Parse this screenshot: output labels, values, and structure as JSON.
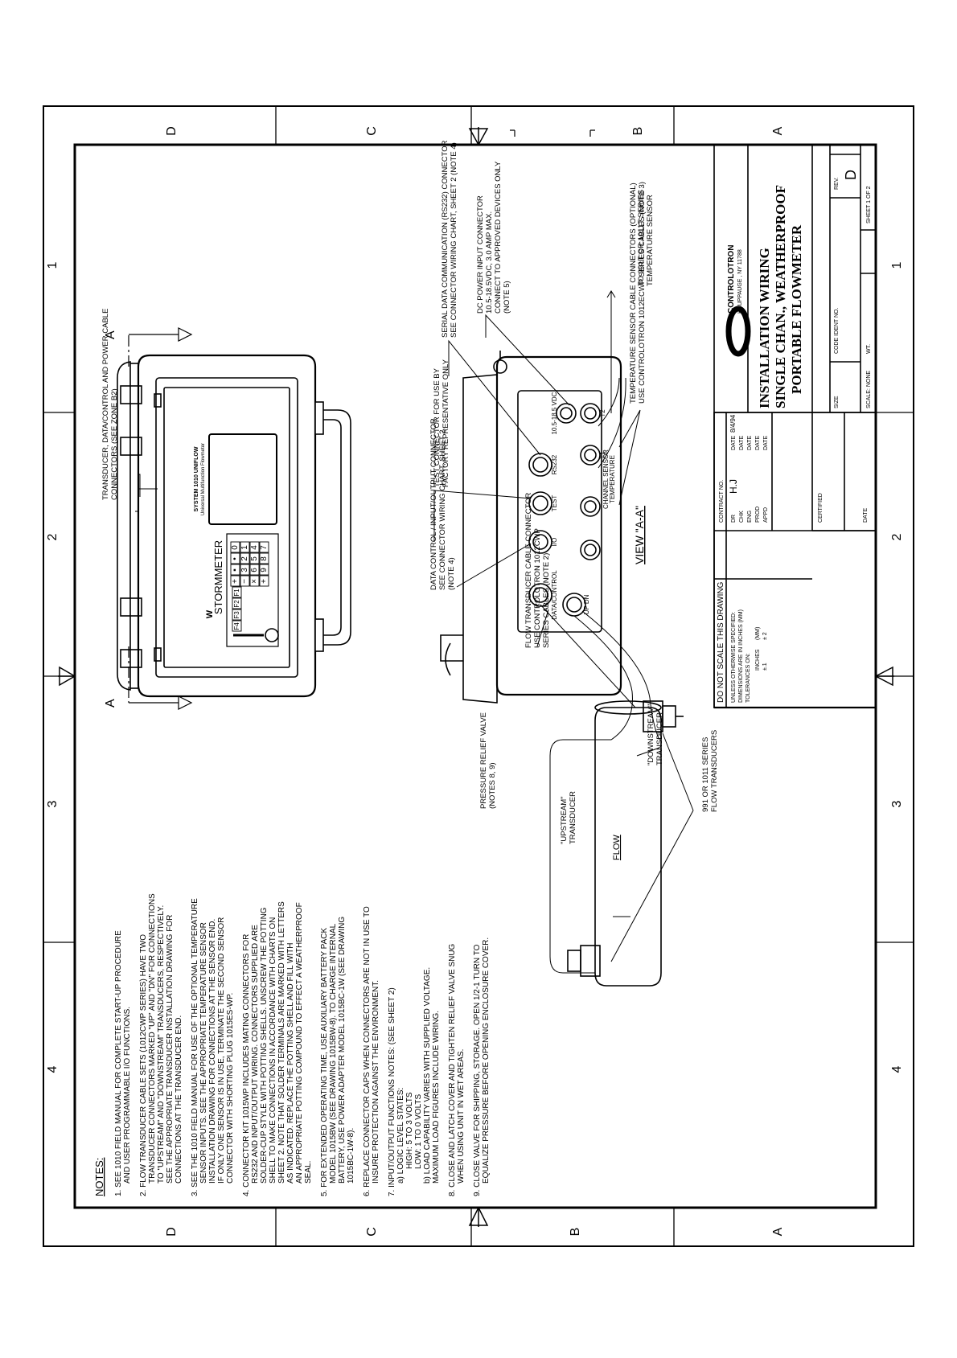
{
  "zones": {
    "numbers": [
      "1",
      "2",
      "3",
      "4"
    ],
    "letters": [
      "D",
      "C",
      "B",
      "A"
    ]
  },
  "notes": {
    "heading": "NOTES:",
    "items": [
      {
        "lines": [
          "1.  SEE 1010 FIELD MANUAL FOR COMPLETE START-UP PROCEDURE",
          "AND USER PROGRAMMABLE I/O FUNCTIONS."
        ]
      },
      {
        "lines": [
          "2.  FLOW TRANSDUCER CABLE SETS (1012CWP SERIES) HAVE TWO",
          "TRANSDUCER CONNECTORS MARKED \"UP\" AND \"DN\" FOR CONNECTIONS",
          "TO \"UPSTREAM\" AND \"DOWNSTREAM\" TRANSDUCERS, RESPECTIVELY.",
          "SEE THE APPROPRIATE TRANSDUCER INSTALLATION DRAWING FOR",
          "CONNECTIONS AT THE TRANSDUCER END."
        ]
      },
      {
        "lines": [
          "3.  SEE THE 1010 FIELD MANUAL FOR USE OF THE OPTIONAL TEMPERATURE",
          "SENSOR INPUTS. SEE THE APPROPRIATE TEMPERATURE SENSOR",
          "INSTALLATION DRAWING FOR CONNECTIONS AT THE SENSOR END.",
          "IF ONLY ONE SENSOR IS IN USE, TERMINATE THE SECOND SENSOR",
          "CONNECTOR WITH SHORTING PLUG 1015ES-WP."
        ]
      },
      {
        "lines": [
          "4.  CONNECTOR KIT 1015WP INCLUDES MATING CONNECTORS FOR",
          "RS232 AND INPUT/OUTPUT WIRING. CONNECTORS SUPPLIED ARE",
          "SOLDER-CUP STYLE WITH POTTING SHELLS. UNSCREW THE POTTING",
          "SHELL TO MAKE CONNECTIONS IN ACCORDANCE WITH CHARTS ON",
          "SHEET 2. NOTE THAT SOLDER TERMINALS ARE MARKED WITH LETTERS",
          "AS INDICATED. REPLACE THE POTTING SHELL AND FILL WITH",
          "AN APPROPRIATE POTTING COMPOUND TO EFFECT A WEATHERPROOF",
          "SEAL."
        ]
      },
      {
        "lines": [
          "5.  FOR EXTENDED OPERATING TIME, USE AUXILIARY BATTERY PACK",
          "MODEL 1015BW (SEE DRAWING 1015BW-8). TO CHARGE INTERNAL",
          "BATTERY, USE POWER ADAPTER MODEL 1015BC-1W (SEE DRAWING",
          "1015BC-1W-8)."
        ]
      },
      {
        "lines": [
          "6.  REPLACE CONNECTOR CAPS WHEN CONNECTORS ARE NOT IN USE TO",
          "INSURE PROTECTION AGAINST THE ENVIRONMENT."
        ]
      },
      {
        "lines": [
          "7.  INPUT/OUTPUT FUNCTIONS NOTES: (SEE SHEET 2)",
          "a)  LOGIC LEVEL STATES:",
          "HIGH: 5 TO 3 VOLTS",
          "LOW: 1 TO 0 VOLTS",
          "b)  LOAD CAPABILITY VARIES WITH SUPPLIED VOLTAGE.",
          "MAXIMUM LOAD FIGURES INCLUDE WIRING."
        ]
      },
      {
        "lines": [
          "8.  CLOSE AND LATCH COVER AND TIGHTEN RELIEF VALVE SNUG",
          "WHEN USING UNIT IN WET AREAS."
        ]
      },
      {
        "lines": [
          "9.  CLOSE VALVE FOR SHIPPING, STORAGE. OPEN 1/2-1 TURN TO",
          "EQUALIZE PRESSURE BEFORE OPENING ENCLOSURE COVER."
        ]
      }
    ]
  },
  "meter": {
    "brand": "STORMMETER",
    "model_line1": "SYSTEM 1010 UNIFLOW",
    "model_line2": "Universal Multifunction Flowmeter",
    "keypad": [
      [
        "7",
        "8",
        "9",
        "+"
      ],
      [
        "4",
        "5",
        "6",
        "×"
      ],
      [
        "1",
        "2",
        "3",
        "−"
      ],
      [
        "0",
        "•",
        "▪",
        "+"
      ]
    ],
    "fkeys": [
      "F1",
      "F2",
      "F3",
      "F4"
    ]
  },
  "section": {
    "label_a": "A",
    "view_title": "VIEW \"A-A\""
  },
  "panel_labels": {
    "rs232": "RS232",
    "power": "10.5-18.5 VDC",
    "chan_sensor": "CHANNEL SENSOR",
    "chan_sub": "TEMPERATURE",
    "t1": "T1",
    "t2": "T2",
    "io": "I/O",
    "test": "TEST",
    "updn": "UP DN",
    "data": "DATA/CONTROL"
  },
  "callouts": {
    "transducer_connectors": [
      "TRANSDUCER, DATA/CONTROL AND POWER CABLE",
      "CONNECTORS (SEE ZONE B2)"
    ],
    "serial": [
      "SERIAL DATA COMMUNICATION (RS232) CONNECTOR",
      "SEE CONNECTOR WIRING CHART, SHEET 2 (NOTE 4)"
    ],
    "dc_power": [
      "DC POWER INPUT CONNECTOR",
      "10.5-18.5VDC, 3.0 AMP MAX.",
      "CONNECT TO APPROVED DEVICES ONLY",
      "(NOTE 5)"
    ],
    "to_991t": [
      "TO 991T OR 1011T SERIES",
      "TEMPERATURE SENSOR"
    ],
    "temp_sensor": [
      "TEMPERATURE SENSOR CABLE CONNECTORS (OPTIONAL)",
      "USE CONTROLOTRON 1012ECWP SERIES CABLES (NOTE 3)"
    ],
    "test_conn": [
      "TEST CONNECTOR FOR USE BY",
      "FACTORY REPRESENTATIVE ONLY"
    ],
    "data_control": [
      "DATA CONTROL / INPUT/OUTPUT CONNECTOR",
      "SEE CONNECTOR WIRING CHART, SHEET 2",
      "(NOTE 4)"
    ],
    "flow_cable": [
      "FLOW TRANSDUCER CABLE CONNECTOR",
      "USE CONTROLOTRON 1012CWP",
      "SERIES CABLES (NOTE 2)"
    ],
    "relief": [
      "PRESSURE RELIEF VALVE",
      "(NOTES 8, 9)"
    ],
    "upstream": [
      "\"UPSTREAM\"",
      "TRANSDUCER"
    ],
    "downstream": [
      "\"DOWNSTREAM\"",
      "TRANSDUCER"
    ],
    "flow": "FLOW",
    "transducers_991": [
      "991 OR 1011 SERIES",
      "FLOW TRANSDUCERS"
    ]
  },
  "title_block": {
    "scale_note": "DO NOT SCALE THIS DRAWING",
    "tolerance_lines": [
      "UNLESS OTHERWISE SPECIFIED:",
      "DIMENSIONS ARE IN INCHES (MM)",
      "TOLERANCES ON:"
    ],
    "tol_inches_label": "INCHES",
    "tol_inches_val": "±.1",
    "tol_mm_label": "(MM)",
    "tol_mm_val": "± 2",
    "contract": "CONTRACT NO.",
    "approvals": [
      {
        "role": "DR",
        "name": "H.J",
        "date": "8/4/94"
      },
      {
        "role": "CHK",
        "name": "",
        "date": ""
      },
      {
        "role": "ENG",
        "name": "",
        "date": ""
      },
      {
        "role": "PROD",
        "name": "",
        "date": ""
      },
      {
        "role": "APPD",
        "name": "",
        "date": ""
      }
    ],
    "date_label": "DATE",
    "certified": "CERTIFIED",
    "company": "CONTROLOTRON",
    "location": "HAUPPAUGE , NY 11788",
    "title_line1": "INSTALLATION WIRING",
    "title_line2": "SINGLE CHAN., WEATHERPROOF",
    "title_line3": "PORTABLE FLOWMETER",
    "size": "SIZE",
    "code_ident": "CODE IDENT NO.",
    "rev_label": "REV.",
    "rev": "D",
    "scale": "SCALE: NONE",
    "wt": "WT.",
    "sheet": "SHEET 1 OF 2"
  },
  "colors": {
    "ink": "#000000",
    "paper": "#ffffff"
  }
}
